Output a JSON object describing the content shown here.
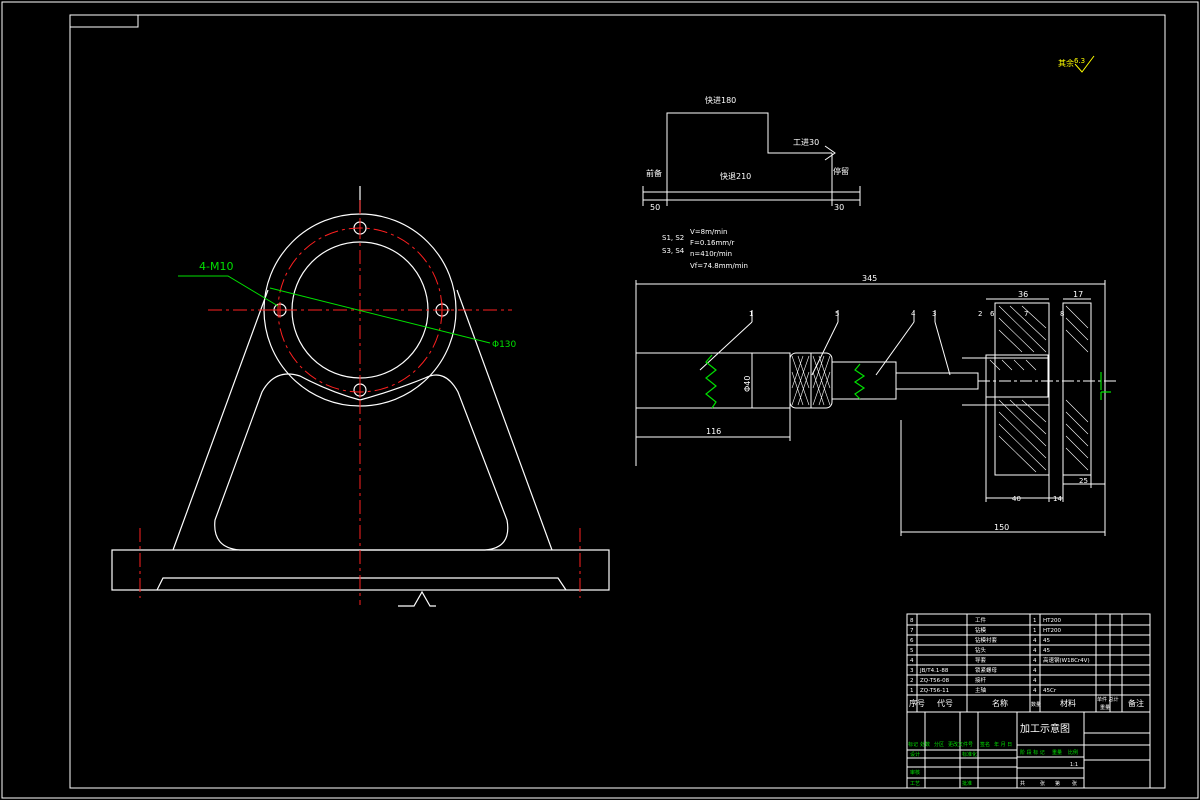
{
  "colors": {
    "background": "#000000",
    "line": "#ffffff",
    "center_line": "#ff2020",
    "leader": "#00e000",
    "label": "#ffff00"
  },
  "part_view": {
    "hole_label": "4-M10",
    "circle_label": "Φ130"
  },
  "roughness": {
    "prefix": "其余",
    "value": "6.3"
  },
  "cycle": {
    "rapid_top": "快进180",
    "work_feed": "工进30",
    "rapid_return": "快退210",
    "start": "前备",
    "stop": "停留",
    "dim_left": "50",
    "dim_right": "30"
  },
  "params": {
    "row1_label": "S1, S2",
    "row1_value": "V=8m/min",
    "row2_label": "S3, S4",
    "row2_value": "F=0.16mm/r",
    "row3_value": "n=410r/min",
    "row4_value": "Vf=74.8mm/min"
  },
  "assembly": {
    "overall": "345",
    "width_36": "36",
    "width_17": "17",
    "diameter": "Φ40",
    "length_116": "116",
    "length_40": "40",
    "length_14": "14",
    "length_25": "25",
    "length_150": "150",
    "callouts": [
      "1",
      "5",
      "4",
      "3",
      "2",
      "6",
      "7",
      "8"
    ]
  },
  "bom": {
    "rows": [
      {
        "no": "8",
        "code": "",
        "name": "工件",
        "qty": "1",
        "material": "HT200"
      },
      {
        "no": "7",
        "code": "",
        "name": "钻模",
        "qty": "1",
        "material": "HT200"
      },
      {
        "no": "6",
        "code": "",
        "name": "钻模衬套",
        "qty": "4",
        "material": "45"
      },
      {
        "no": "5",
        "code": "",
        "name": "钻头",
        "qty": "4",
        "material": "45"
      },
      {
        "no": "4",
        "code": "",
        "name": "导套",
        "qty": "4",
        "material": "高速钢(W18Cr4V)"
      },
      {
        "no": "3",
        "code": "JB/T4.1-88",
        "name": "锁紧螺母",
        "qty": "4",
        "material": ""
      },
      {
        "no": "2",
        "code": "ZQ-T56-08",
        "name": "接杆",
        "qty": "4",
        "material": ""
      },
      {
        "no": "1",
        "code": "ZQ-T56-11",
        "name": "主轴",
        "qty": "4",
        "material": "45Cr"
      }
    ],
    "header": {
      "no": "序号",
      "code": "代号",
      "name": "名称",
      "qty": "数量",
      "material": "材料",
      "weight": "单件 总计",
      "weight_sub": "重量",
      "remark": "备注"
    }
  },
  "title_block": {
    "drawing_title": "加工示意图",
    "change_marks": [
      "标记",
      "处数",
      "分区",
      "更改文件号",
      "签名",
      "年 月 日"
    ],
    "roles": [
      "设计",
      "审核",
      "工艺"
    ],
    "standard": "标准化",
    "approve": "批准",
    "stage_labels": [
      "阶 段 标 记",
      "重量",
      "比例"
    ],
    "scale": "1:1",
    "sheet": [
      "共",
      "张",
      "第",
      "张"
    ]
  }
}
